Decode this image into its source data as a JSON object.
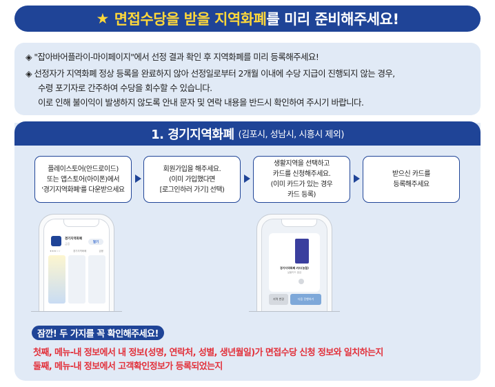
{
  "title": {
    "icon": "star",
    "highlight": "면접수당을 받을 지역화폐",
    "rest": "를 미리 준비해주세요!",
    "star_glyph": "★"
  },
  "notice": {
    "bullet": "◈",
    "lines": [
      "\"잡아바어플라이-마이페이지\"에서 선정 결과 확인 후 지역화폐를 미리 등록해주세요!",
      "선정자가 지역화폐 정상 등록을 완료하지 않아 선정일로부터 2개월 이내에 수당 지급이 진행되지 않는 경우,",
      "수령 포기자로 간주하여 수당을 회수할 수 있습니다.",
      "이로 인해 불이익이 발생하지 않도록 안내 문자 및 연락 내용을 반드시 확인하여 주시기 바랍니다."
    ]
  },
  "section": {
    "title": "1. 경기지역화폐",
    "subtitle": "(김포시, 성남시, 시흥시 제외)"
  },
  "steps": [
    {
      "lines": [
        "플레이스토어(안드로이드)",
        "또는 앱스토어(아이폰)에서",
        "'경기지역화폐'를 다운받으세요"
      ]
    },
    {
      "lines": [
        "회원가입을 해주세요.",
        "(이미 가입했다면",
        "[로그인하러 가기] 선택)"
      ]
    },
    {
      "lines": [
        "생활지역을 선택하고",
        "카드를 신청해주세요.",
        "(이미 카드가 있는 경우",
        "카드 등록)"
      ]
    },
    {
      "lines": [
        "받으신 카드를",
        "등록해주세요"
      ]
    }
  ],
  "phone1": {
    "app_name": "경기지역화폐",
    "app_sub": "금융",
    "open_button": "열기",
    "meta": [
      "★★★☆☆",
      "경기지역화폐",
      "금융"
    ]
  },
  "phone2": {
    "card_name": "경기지역화폐 카드(농협)",
    "card_desc": "실물카드 발급",
    "btn_back": "지역 변경",
    "btn_next": "다음 진행하기"
  },
  "warning": {
    "badge": "잠깐! 두 가지를 꼭 확인해주세요!",
    "lines": [
      "첫째, 메뉴-내 정보에서 내 정보(성명, 연락처, 성별, 생년월일)가 면접수당 신청 정보와 일치하는지",
      "둘째, 메뉴-내 정보에서 고객확인정보가 등록되었는지"
    ]
  },
  "colors": {
    "primary": "#1f4497",
    "highlight": "#ffd83a",
    "panel": "#e1eaf6",
    "warning": "#e2313b"
  }
}
